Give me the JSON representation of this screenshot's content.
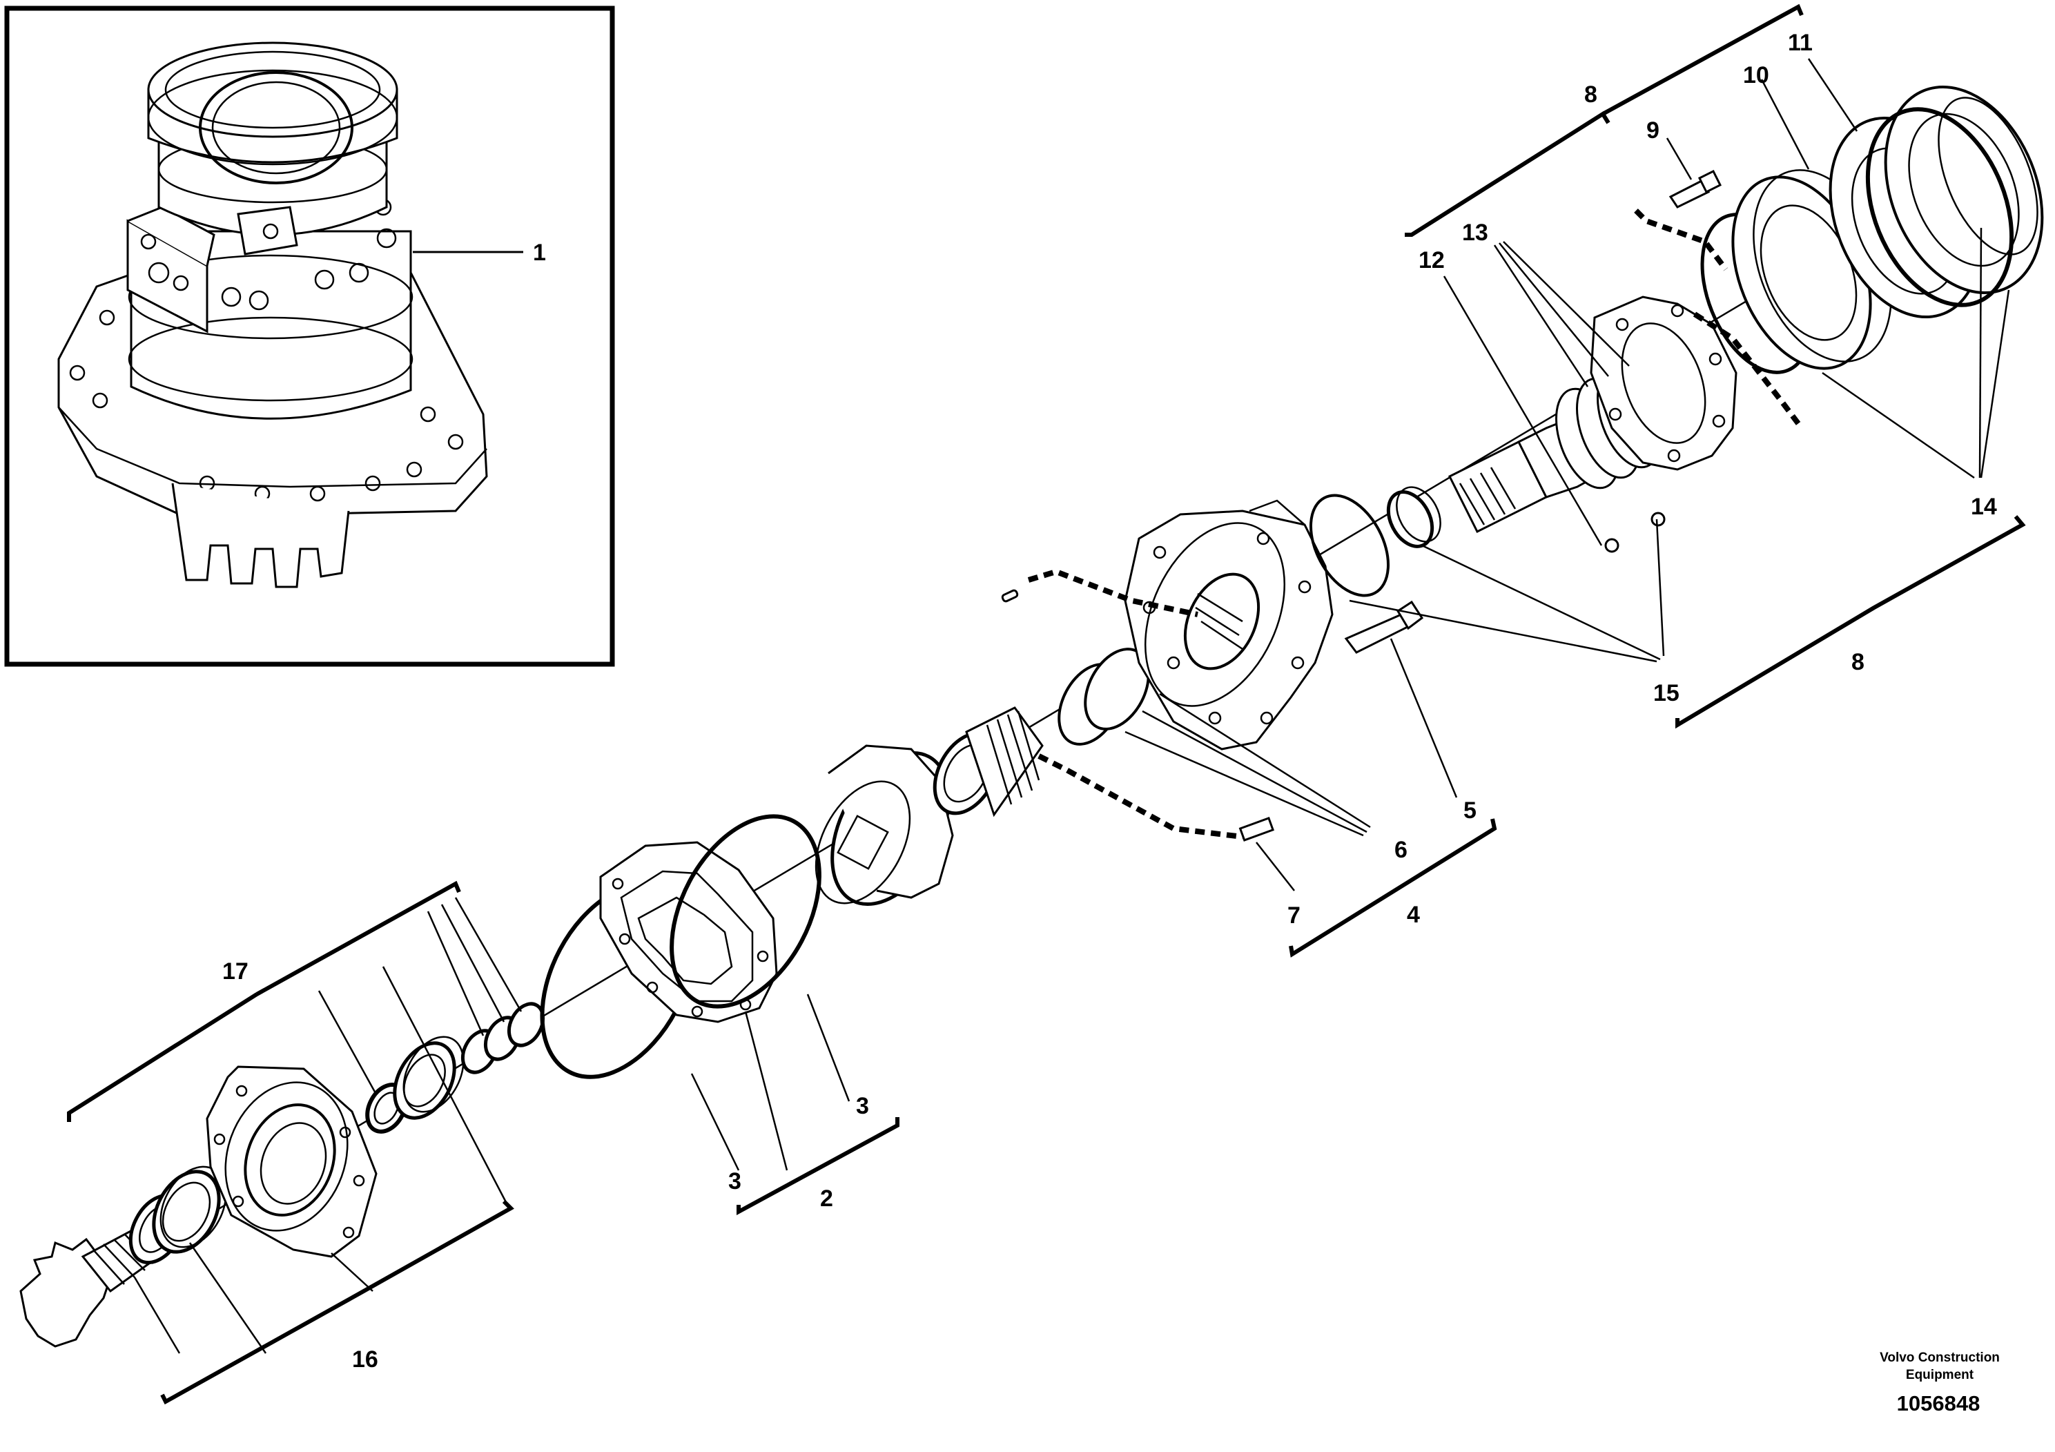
{
  "callouts": {
    "c1": "1",
    "c2": "2",
    "c3a": "3",
    "c3b": "3",
    "c4": "4",
    "c5": "5",
    "c6": "6",
    "c7": "7",
    "c8a": "8",
    "c8b": "8",
    "c9": "9",
    "c10": "10",
    "c11": "11",
    "c12": "12",
    "c13": "13",
    "c14": "14",
    "c15": "15",
    "c16": "16",
    "c17": "17"
  },
  "footer": {
    "credit_line1": "Volvo Construction",
    "credit_line2": "Equipment",
    "doc_number": "1056848"
  }
}
